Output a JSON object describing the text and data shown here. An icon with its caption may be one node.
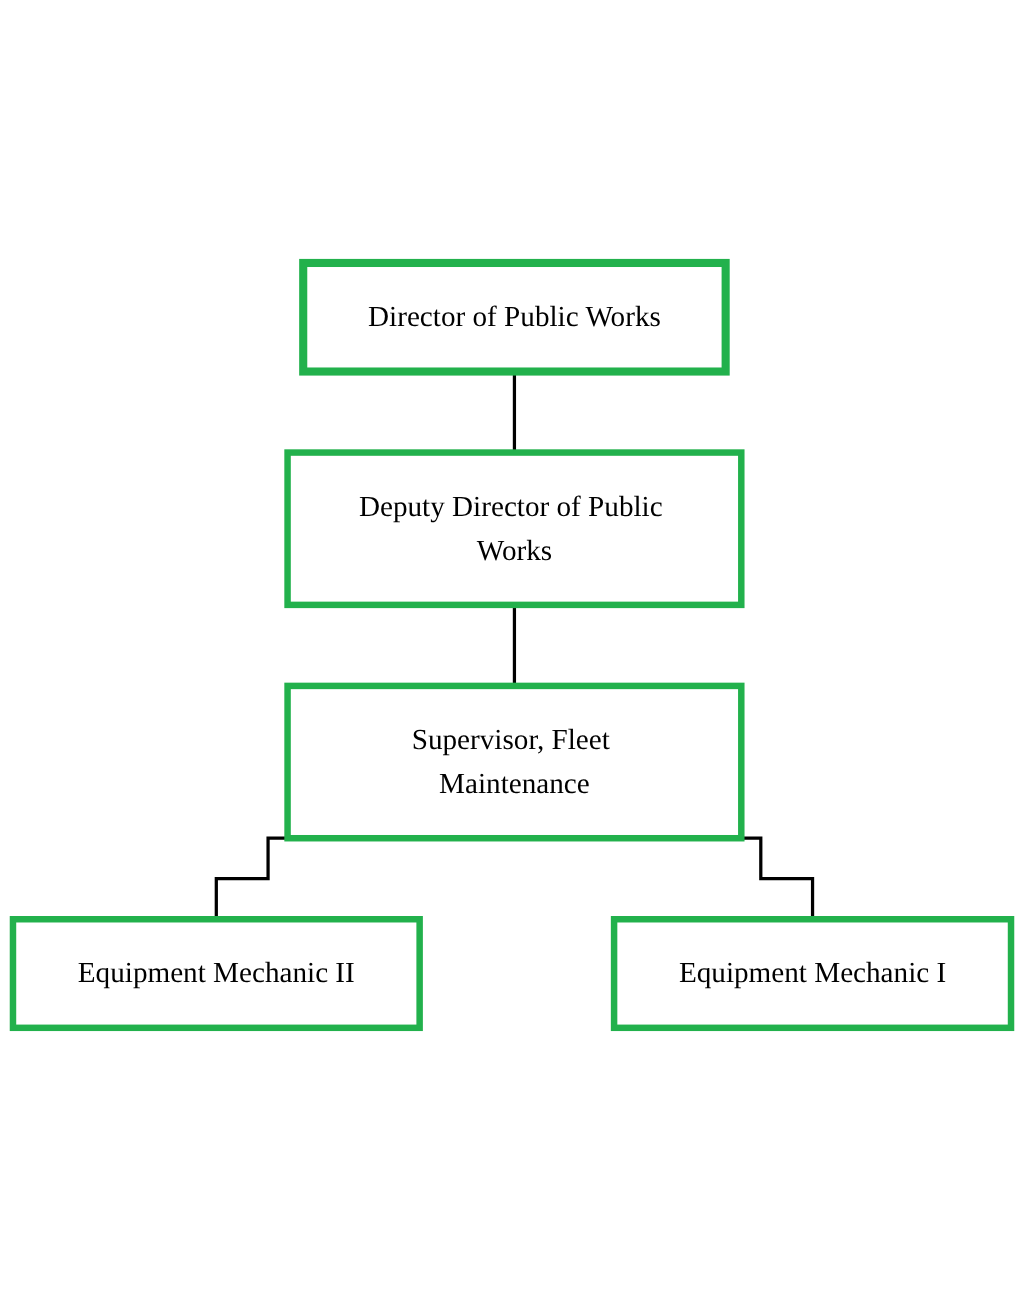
{
  "diagram": {
    "nodes": [
      {
        "text": [
          "Director of Public Works"
        ]
      },
      {
        "text": [
          "Deputy Director of Public Works"
        ]
      },
      {
        "text": [
          "Supervisor, Fleet Maintenance"
        ]
      },
      {
        "text": [
          "Equipment Mechanic II"
        ]
      },
      {
        "text": [
          "Equipment Mechanic I"
        ]
      }
    ],
    "edges": [
      {
        "from": 0,
        "to": 1,
        "arrow": "none"
      },
      {
        "from": 1,
        "to": 2,
        "arrow": "none"
      },
      {
        "from": 2,
        "to": 3,
        "arrow": "none"
      },
      {
        "from": 2,
        "to": 4,
        "arrow": "none"
      }
    ]
  }
}
